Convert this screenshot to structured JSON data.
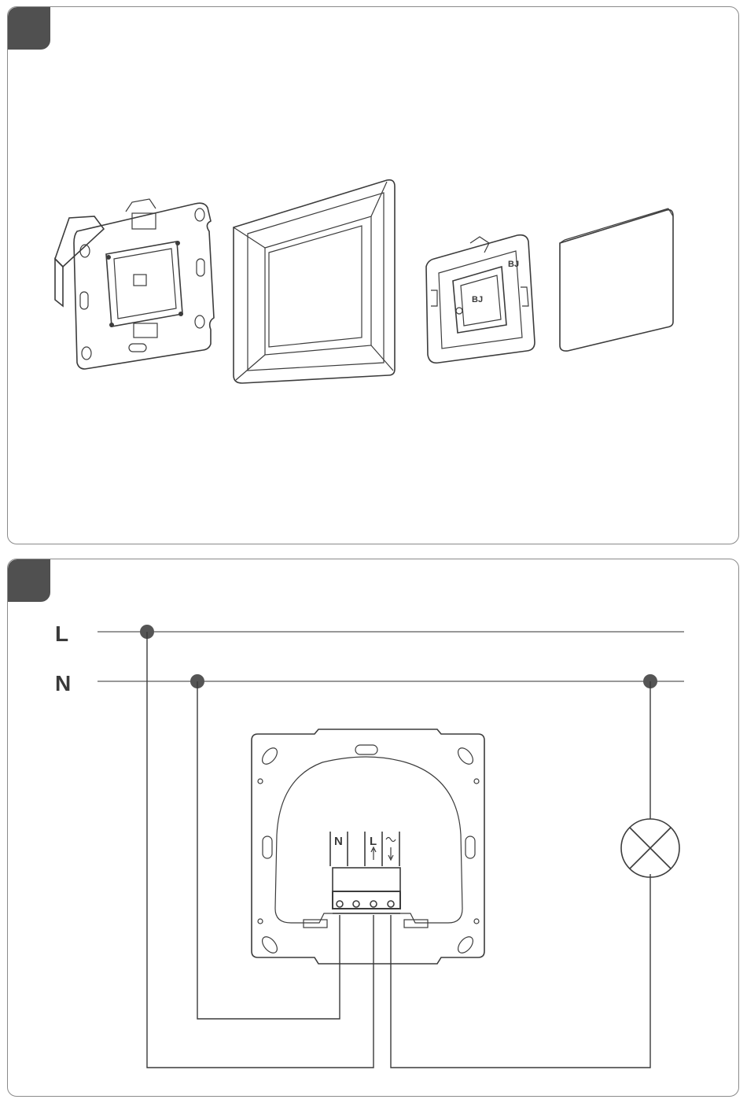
{
  "steps": [
    {
      "id": "step-1",
      "components": [
        "insert-mechanism",
        "frame",
        "switch-insert",
        "rocker-cover"
      ]
    },
    {
      "id": "step-2"
    }
  ],
  "insert_text": {
    "brand_mark": "BJ"
  },
  "wiring": {
    "lines": [
      {
        "label": "L"
      },
      {
        "label": "N"
      }
    ],
    "terminals": [
      {
        "label": "N"
      },
      {
        "label": "L"
      },
      {
        "label": ""
      }
    ],
    "load": {
      "icon": "lamp-icon"
    },
    "colors": {
      "ink": "#3c3c3c",
      "badge": "#505050",
      "border": "#8a8a8a"
    }
  }
}
